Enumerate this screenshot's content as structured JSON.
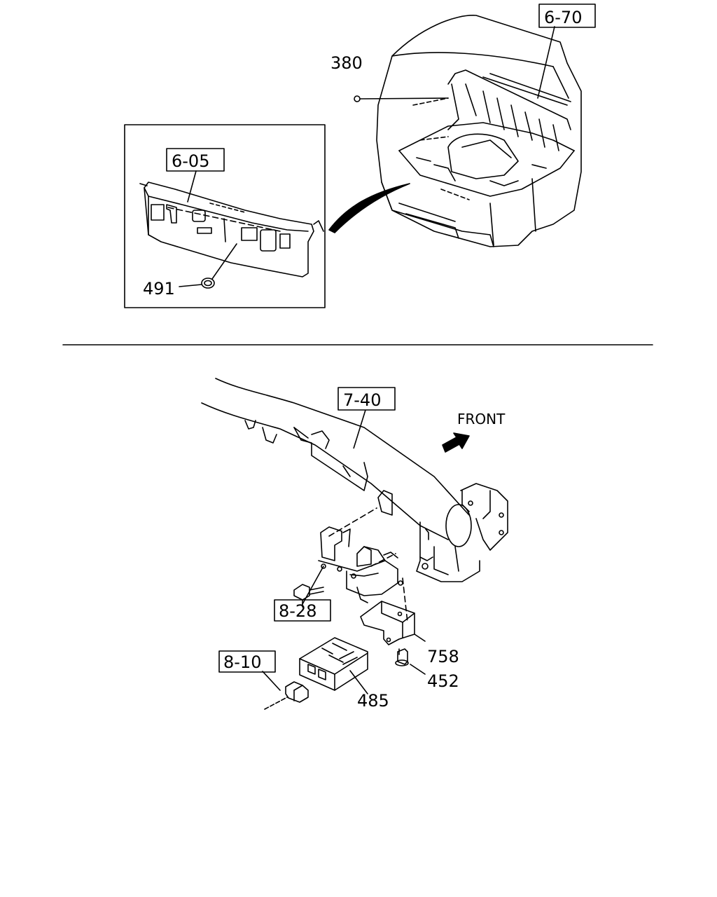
{
  "diagram": {
    "top": {
      "ref_6_70": "6-70",
      "ref_6_05": "6-05",
      "part_380": "380",
      "part_491": "491"
    },
    "bottom": {
      "ref_7_40": "7-40",
      "ref_8_28": "8-28",
      "ref_8_10": "8-10",
      "part_758": "758",
      "part_452": "452",
      "part_485": "485",
      "front_label": "FRONT"
    }
  }
}
